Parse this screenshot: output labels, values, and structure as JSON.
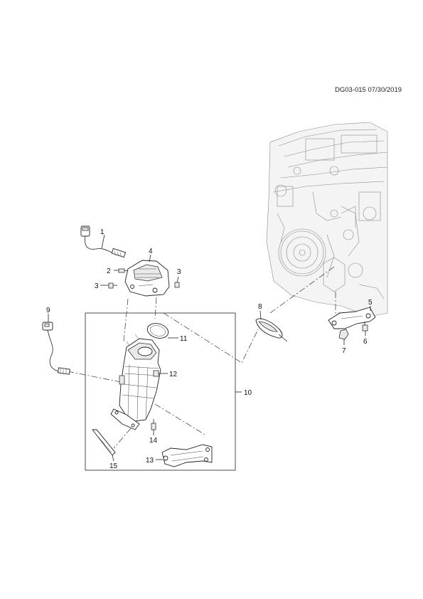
{
  "header": {
    "doc_id": "DG03-015 07/30/2019"
  },
  "callouts": [
    {
      "id": "1",
      "label": "1"
    },
    {
      "id": "2",
      "label": "2"
    },
    {
      "id": "3a",
      "label": "3"
    },
    {
      "id": "3b",
      "label": "3"
    },
    {
      "id": "4",
      "label": "4"
    },
    {
      "id": "5",
      "label": "5"
    },
    {
      "id": "6",
      "label": "6"
    },
    {
      "id": "7",
      "label": "7"
    },
    {
      "id": "8",
      "label": "8"
    },
    {
      "id": "9",
      "label": "9"
    },
    {
      "id": "10",
      "label": "10"
    },
    {
      "id": "11",
      "label": "11"
    },
    {
      "id": "12",
      "label": "12"
    },
    {
      "id": "13",
      "label": "13"
    },
    {
      "id": "14",
      "label": "14"
    },
    {
      "id": "15",
      "label": "15"
    }
  ]
}
